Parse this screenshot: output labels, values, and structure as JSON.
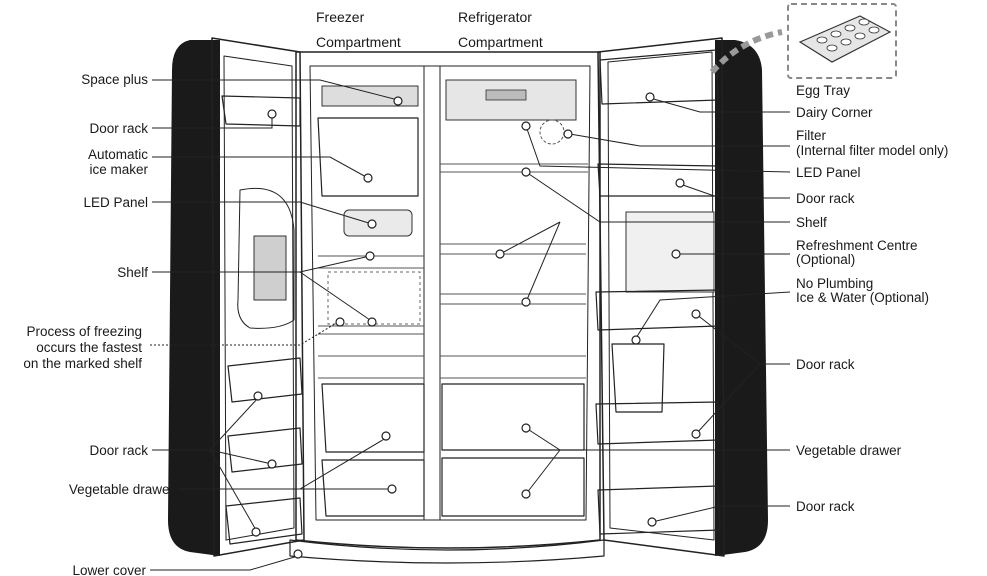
{
  "headers": {
    "freezer": [
      "Freezer",
      "Compartment"
    ],
    "refrigerator": [
      "Refrigerator",
      "Compartment"
    ]
  },
  "labels_left": {
    "space_plus": "Space plus",
    "door_rack_1": "Door rack",
    "ice_maker": [
      "Automatic",
      "ice maker"
    ],
    "led_panel": "LED Panel",
    "shelf": "Shelf",
    "freezing_note": [
      "Process of freezing",
      "occurs the fastest",
      "on the marked shelf"
    ],
    "door_rack_2": "Door rack",
    "vegetable_drawer": "Vegetable drawer",
    "lower_cover": "Lower cover"
  },
  "labels_right": {
    "egg_tray": "Egg Tray",
    "dairy_corner": "Dairy Corner",
    "filter": [
      "Filter",
      "(Internal filter model only)"
    ],
    "led_panel": "LED Panel",
    "door_rack_1": "Door rack",
    "shelf": "Shelf",
    "refreshment_centre": [
      "Refreshment Centre",
      "(Optional)"
    ],
    "no_plumbing": [
      "No Plumbing",
      "Ice & Water (Optional)"
    ],
    "door_rack_2": "Door rack",
    "vegetable_drawer": "Vegetable drawer",
    "door_rack_3": "Door rack"
  },
  "colors": {
    "line": "#222222",
    "body_fill": "#f4f4f4",
    "dark_rim": "#1a1a1a",
    "background": "#ffffff"
  }
}
